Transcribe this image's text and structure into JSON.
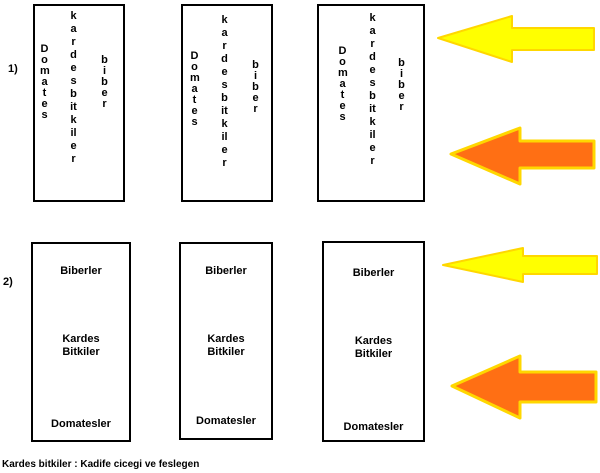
{
  "rows": [
    {
      "label": "1)"
    },
    {
      "label": "2)"
    }
  ],
  "beds_row1": [
    {
      "left": "Domates",
      "middle": "kardesbitkiler",
      "right": "biber"
    },
    {
      "left": "Domates",
      "middle": "kardesbitkiler",
      "right": "biber"
    },
    {
      "left": "Domates",
      "middle": "kardesbitkiler",
      "right": "biber"
    }
  ],
  "beds_row2": [
    {
      "top": "Biberler",
      "mid_line1": "Kardes",
      "mid_line2": "Bitkiler",
      "bottom": "Domatesler"
    },
    {
      "top": "Biberler",
      "mid_line1": "Kardes",
      "mid_line2": "Bitkiler",
      "bottom": "Domatesler"
    },
    {
      "top": "Biberler",
      "mid_line1": "Kardes",
      "mid_line2": "Bitkiler",
      "bottom": "Domatesler"
    }
  ],
  "arrows": {
    "yellow_fill": "#FFFF00",
    "yellow_stroke": "#FFD700",
    "orange_fill": "#FF6F14",
    "orange_stroke": "#FFD700"
  },
  "caption": "Kardes bitkiler : Kadife cicegi ve feslegen"
}
